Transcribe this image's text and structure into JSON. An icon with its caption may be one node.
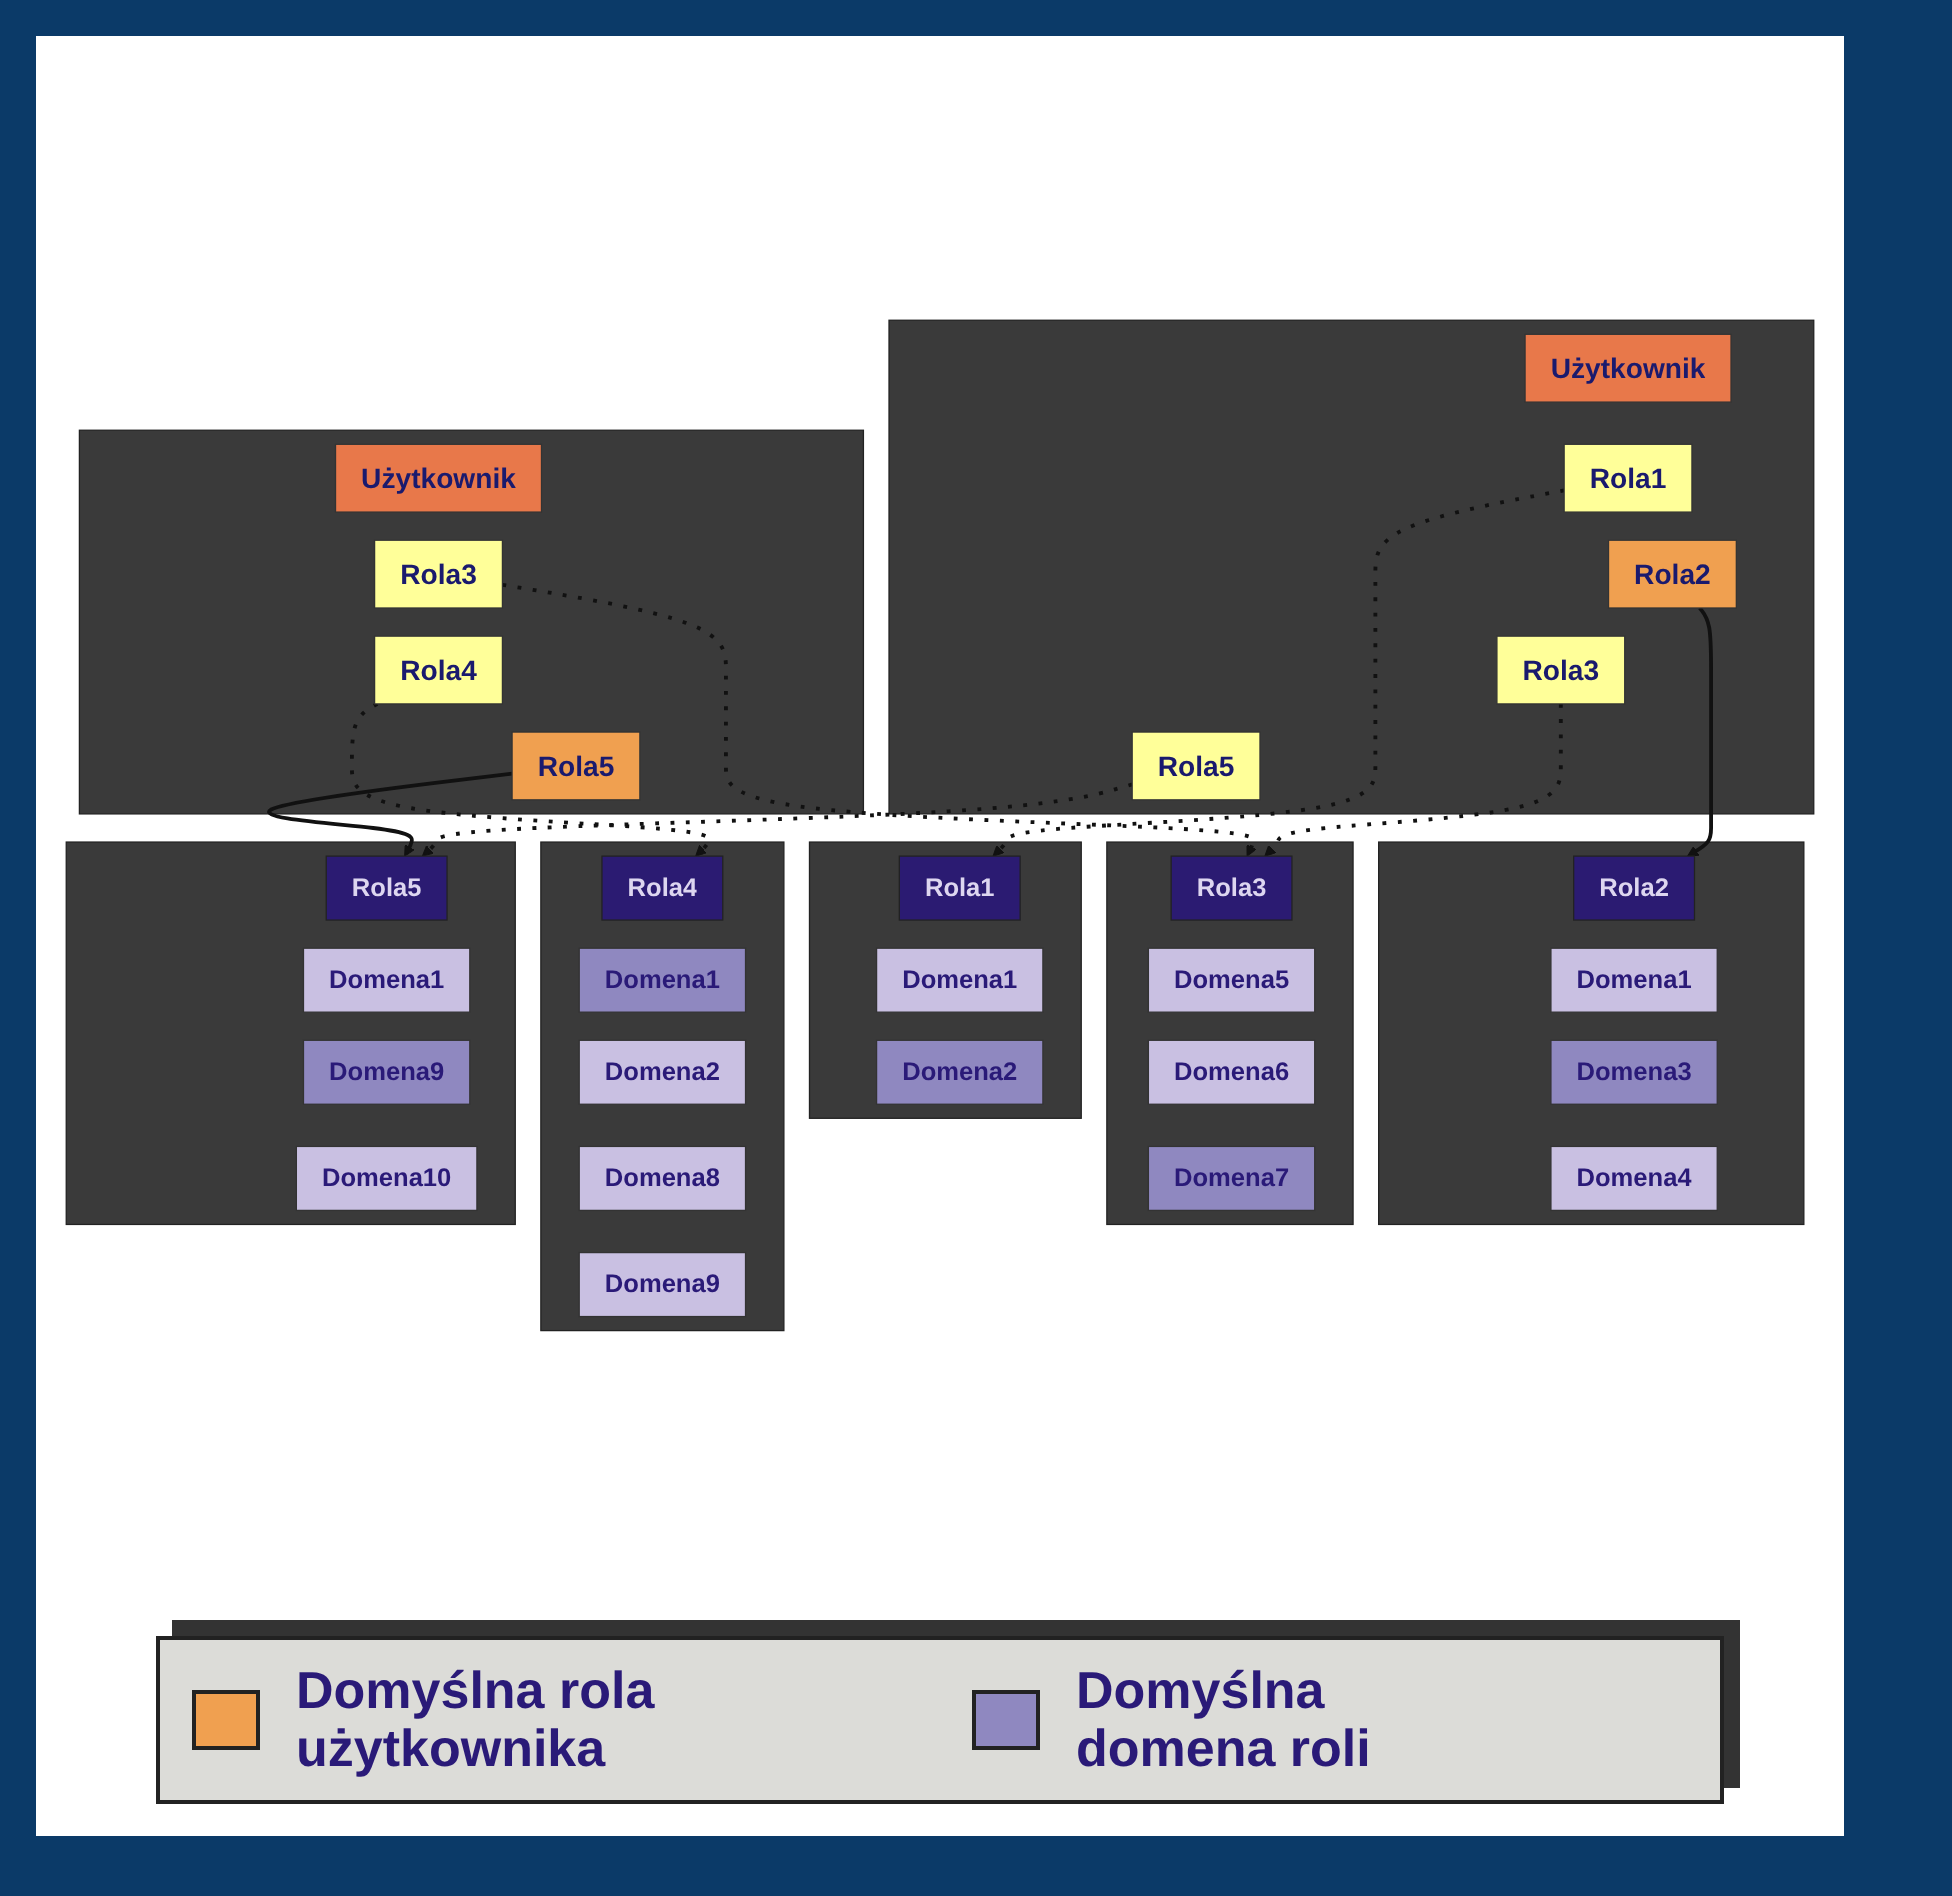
{
  "diagram": {
    "nodes": [
      {
        "text": [],
        "shape": "box"
      },
      {
        "text": [
          "Użytkownik"
        ],
        "in": 0
      },
      {
        "text": [
          "Rola1"
        ],
        "in": 0
      },
      {
        "text": [
          "Rola2"
        ],
        "in": 0
      },
      {
        "text": [
          "Rola3"
        ],
        "in": 0
      },
      {
        "text": [
          "Rola5"
        ],
        "in": 0
      },
      {
        "text": [],
        "shape": "box"
      },
      {
        "text": [
          "Użytkownik"
        ],
        "in": 6
      },
      {
        "text": [
          "Rola3"
        ],
        "in": 6
      },
      {
        "text": [
          "Rola4"
        ],
        "in": 6
      },
      {
        "text": [
          "Rola5"
        ],
        "in": 6
      },
      {
        "text": [],
        "shape": "box"
      },
      {
        "text": [
          "Rola1"
        ],
        "in": 11
      },
      {
        "text": [
          "Domena1"
        ],
        "in": 11
      },
      {
        "text": [
          "Domena2"
        ],
        "in": 11
      },
      {
        "text": [],
        "shape": "box"
      },
      {
        "text": [
          "Rola2"
        ],
        "in": 15
      },
      {
        "text": [
          "Domena1"
        ],
        "in": 15
      },
      {
        "text": [
          "Domena3"
        ],
        "in": 15
      },
      {
        "text": [
          "Domena4"
        ],
        "in": 15
      },
      {
        "text": [],
        "shape": "box"
      },
      {
        "text": [
          "Rola3"
        ],
        "in": 20
      },
      {
        "text": [
          "Domena5"
        ],
        "in": 20
      },
      {
        "text": [
          "Domena6"
        ],
        "in": 20
      },
      {
        "text": [
          "Domena7"
        ],
        "in": 20
      },
      {
        "text": [],
        "shape": "box"
      },
      {
        "text": [
          "Rola4"
        ],
        "in": 25
      },
      {
        "text": [
          "Domena1"
        ],
        "in": 25
      },
      {
        "text": [
          "Domena2"
        ],
        "in": 25
      },
      {
        "text": [
          "Domena8"
        ],
        "in": 25
      },
      {
        "text": [
          "Domena9"
        ],
        "in": 25
      },
      {
        "text": [],
        "shape": "box"
      },
      {
        "text": [
          "Rola5"
        ],
        "in": 31
      },
      {
        "text": [
          "Domena1"
        ],
        "in": 31
      },
      {
        "text": [
          "Domena9"
        ],
        "in": 31
      },
      {
        "text": [
          "Domena10"
        ],
        "in": 31
      }
    ],
    "edges": [
      {
        "from": 2,
        "to": 12,
        "arrow": "to",
        "style": "dashed"
      },
      {
        "from": 3,
        "to": 16,
        "arrow": "to"
      },
      {
        "from": 4,
        "to": 21,
        "arrow": "to",
        "style": "dashed"
      },
      {
        "from": 5,
        "to": 32,
        "arrow": "to",
        "style": "dashed"
      },
      {
        "from": 8,
        "to": 21,
        "arrow": "to",
        "style": "dashed"
      },
      {
        "from": 9,
        "to": 26,
        "arrow": "to",
        "style": "dashed"
      },
      {
        "from": 10,
        "to": 32,
        "arrow": "to"
      }
    ],
    "legend": [
      {
        "text": "Domyślna rola użytkownika",
        "color": "#f0a050"
      },
      {
        "text": "Domyślna domena roli",
        "color": "#8f88c0"
      }
    ]
  }
}
